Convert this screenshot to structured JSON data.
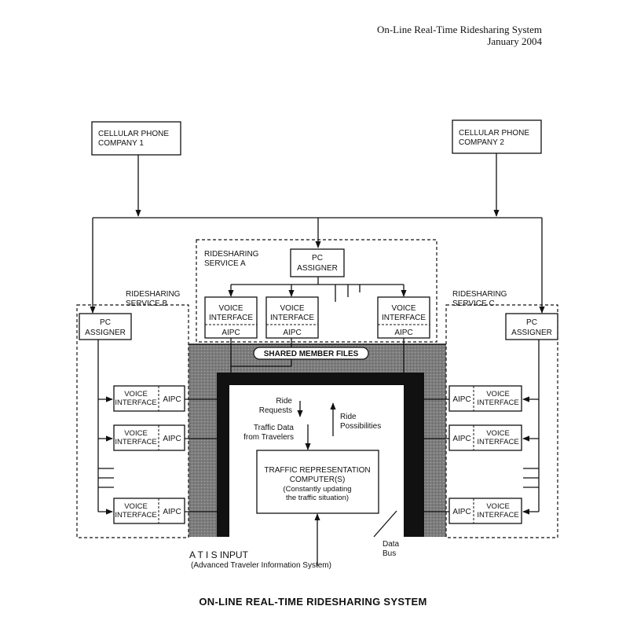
{
  "header": {
    "line1": "On-Line Real-Time Ridesharing System",
    "line2": "January 2004"
  },
  "diagram": {
    "cell1": [
      "CELLULAR PHONE",
      "COMPANY 1"
    ],
    "cell2": [
      "CELLULAR PHONE",
      "COMPANY 2"
    ],
    "service_a": [
      "RIDESHARING",
      "SERVICE A"
    ],
    "service_b": [
      "RIDESHARING",
      "SERVICE B"
    ],
    "service_c": [
      "RIDESHARING",
      "SERVICE C"
    ],
    "pc_assigner": [
      "PC",
      "ASSIGNER"
    ],
    "voice_interface": [
      "VOICE",
      "INTERFACE"
    ],
    "aipc": "AIPC",
    "shared_files": "SHARED MEMBER FILES",
    "ride_requests": [
      "Ride",
      "Requests"
    ],
    "traffic_data": [
      "Traffic Data",
      "from Travelers"
    ],
    "ride_possibilities": [
      "Ride",
      "Possibilities"
    ],
    "trc": [
      "TRAFFIC REPRESENTATION",
      "COMPUTER(S)",
      "(Constantly updating",
      "the traffic situation)"
    ],
    "atis": [
      "A T I S INPUT",
      "(Advanced Traveler Information System)"
    ],
    "data_bus": [
      "Data",
      "Bus"
    ]
  },
  "caption": "ON-LINE REAL-TIME RIDESHARING SYSTEM"
}
